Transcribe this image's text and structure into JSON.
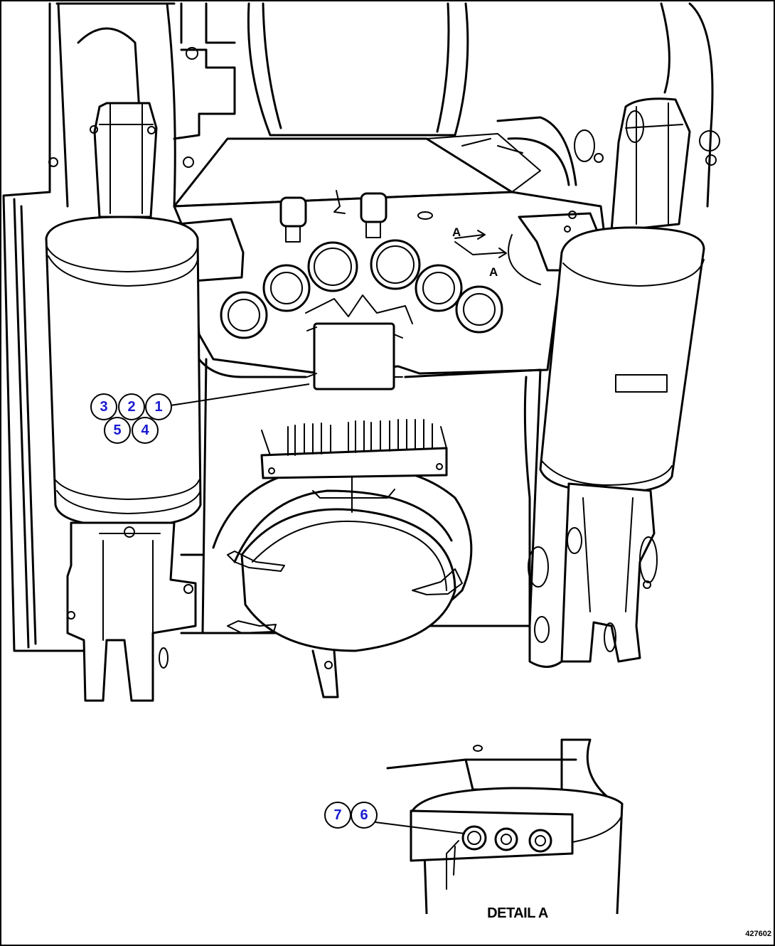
{
  "drawing": {
    "detail_view_label": "DETAIL A",
    "figure_number": "427602",
    "view_arrows": [
      {
        "label": "A"
      },
      {
        "label": "A"
      }
    ]
  },
  "callouts": {
    "group_main": [
      "3",
      "2",
      "1",
      "5",
      "4"
    ],
    "group_detail": [
      "7",
      "6"
    ]
  },
  "colors": {
    "line": "#000000",
    "background": "#ffffff",
    "callout_number": "#1a1ad0"
  }
}
